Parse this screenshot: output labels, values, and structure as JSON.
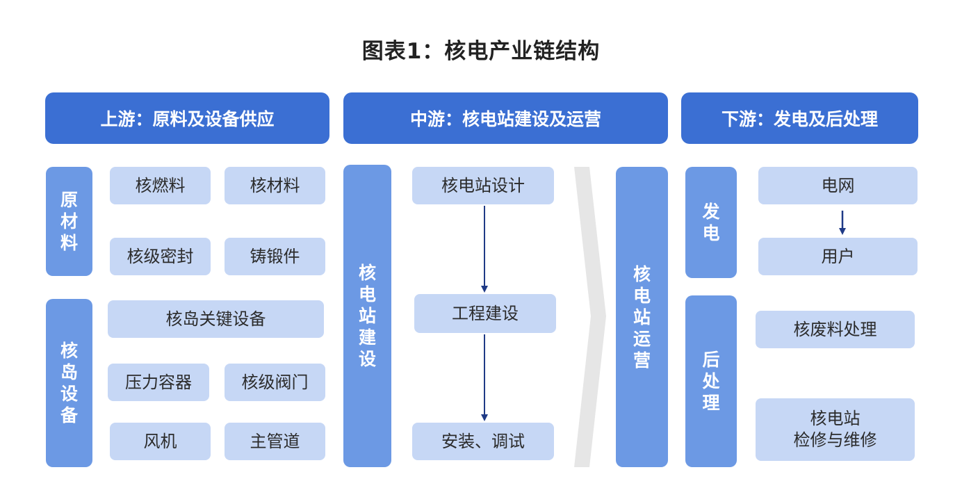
{
  "title": "图表1：核电产业链结构",
  "headers": {
    "upstream": "上游：原料及设备供应",
    "midstream": "中游：核电站建设及运营",
    "downstream": "下游：发电及后处理"
  },
  "upstream": {
    "raw_materials": {
      "label": "原材料",
      "items": [
        "核燃料",
        "核材料",
        "核级密封",
        "铸锻件"
      ]
    },
    "nuclear_island": {
      "label": "核岛设备",
      "items": [
        "核岛关键设备",
        "压力容器",
        "核级阀门",
        "风机",
        "主管道"
      ]
    }
  },
  "midstream": {
    "construction": {
      "label": "核电站建设",
      "steps": [
        "核电站设计",
        "工程建设",
        "安装、调试"
      ]
    },
    "operation": {
      "label": "核电站运营"
    }
  },
  "downstream": {
    "generation": {
      "label": "发电",
      "items": [
        "电网",
        "用户"
      ]
    },
    "post_processing": {
      "label": "后处理",
      "items": [
        "核废料处理",
        "核电站\n检修与维修"
      ]
    }
  },
  "colors": {
    "header": "#3b6fd3",
    "side_bar": "#6c99e4",
    "item_box": "#c6d7f5",
    "arrow": "#1f3a86",
    "chevron": "#e6e6e6"
  }
}
